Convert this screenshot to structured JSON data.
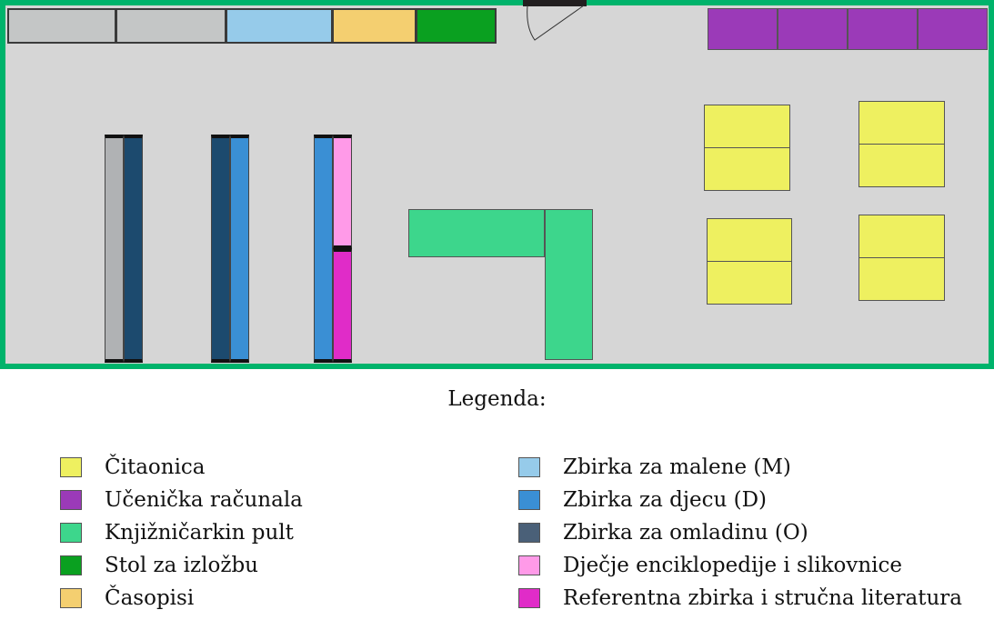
{
  "legend": {
    "title": "Legenda:",
    "items": [
      {
        "label": "Čitaonica",
        "color": "#eef060"
      },
      {
        "label": "Učenička računala",
        "color": "#9b3ab8"
      },
      {
        "label": "Knjižničarkin pult",
        "color": "#3dd68c"
      },
      {
        "label": "Stol za izložbu",
        "color": "#0aa020"
      },
      {
        "label": "Časopisi",
        "color": "#f4cf70"
      },
      {
        "label": "Zbirka za malene (M)",
        "color": "#96cbea"
      },
      {
        "label": "Zbirka za djecu (D)",
        "color": "#3a8fd4"
      },
      {
        "label": "Zbirka za omladinu (O)",
        "color": "#4a6078"
      },
      {
        "label": "Dječje enciklopedije i slikovnice",
        "color": "#ff9ae8"
      },
      {
        "label": "Referentna zbirka i stručna literatura",
        "color": "#e02cc8"
      }
    ]
  }
}
